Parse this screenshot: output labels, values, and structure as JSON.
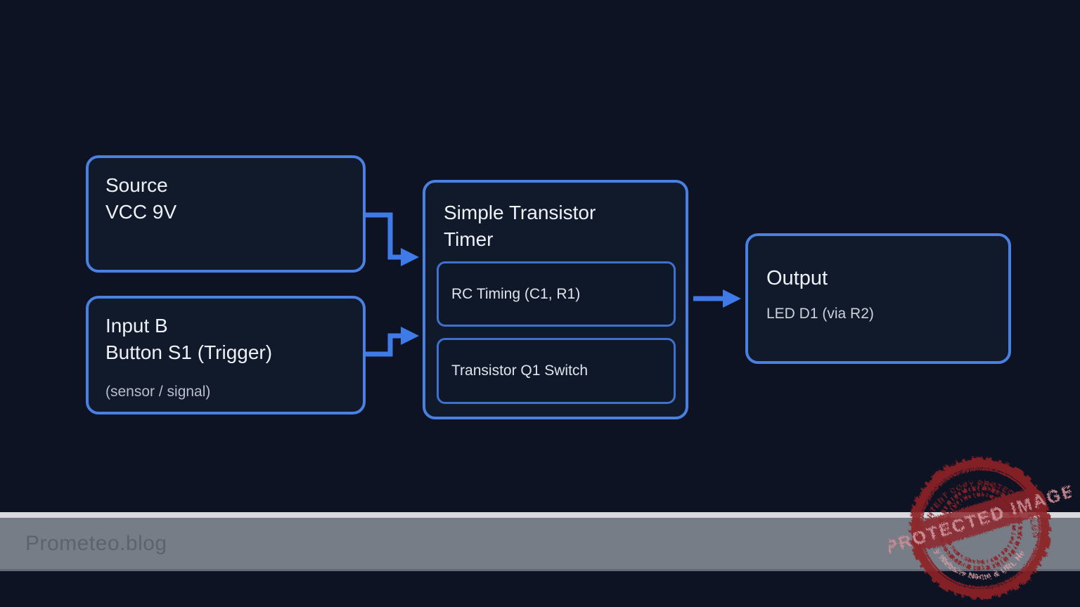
{
  "colors": {
    "background": "#0d1322",
    "node_fill": "#101a2b",
    "node_border": "#4a80e2",
    "inner_border": "#3f70cc",
    "arrow": "#3e7ae8",
    "heading_text": "#eef1f6",
    "muted_text": "#b9bfc9",
    "footer_band": "#777d87",
    "footer_strip": "#d8dade",
    "footer_text": "#5c636f",
    "stamp_ink": "#8e2127",
    "stamp_light_ink": "#cf8d95"
  },
  "diagram": {
    "source": {
      "line1": "Source",
      "line2": "VCC 9V"
    },
    "input": {
      "line1": "Input B",
      "line2": "Button S1 (Trigger)",
      "note": "(sensor / signal)"
    },
    "timer": {
      "line1": "Simple Transistor",
      "line2": "Timer",
      "block1": "RC Timing (C1, R1)",
      "block2": "Transistor Q1 Switch"
    },
    "output": {
      "title": "Output",
      "note": "LED D1 (via R2)"
    }
  },
  "footer": {
    "brand": "Prometeo.blog"
  },
  "stamp": {
    "arc_top": "WP CONTENT COPY PROTECTION PLUGIN",
    "banner": "PROTECTED IMAGE",
    "arc_bottom": "My Website Name & URL Here"
  }
}
